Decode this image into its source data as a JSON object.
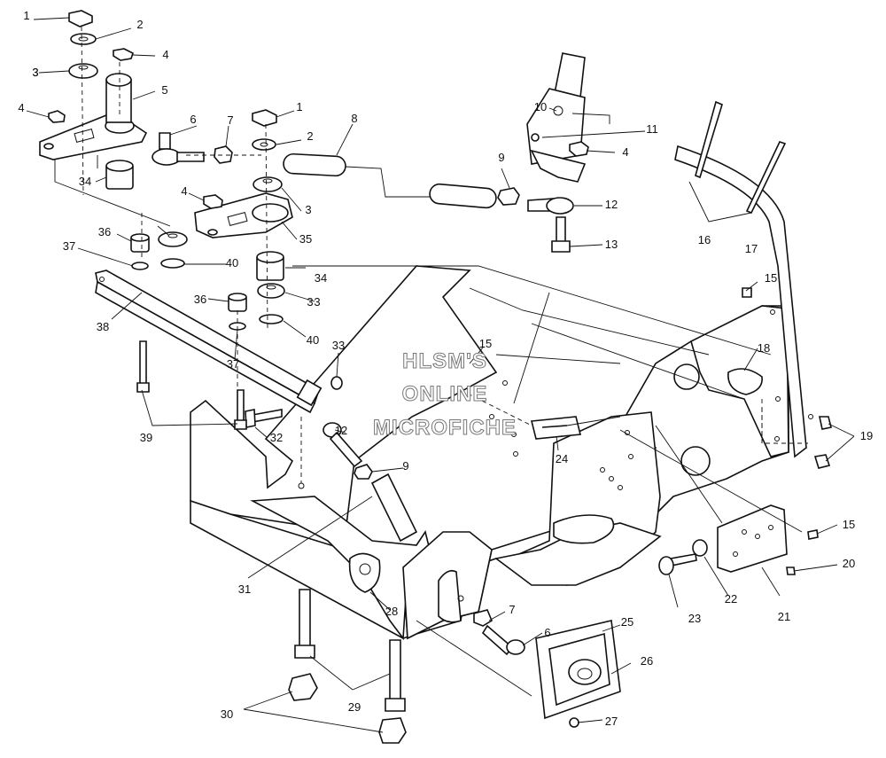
{
  "watermark": {
    "line1": "HLSM'S",
    "line2": "ONLINE",
    "line3": "MICROFICHE"
  },
  "callouts": [
    "1",
    "2",
    "3",
    "4",
    "3",
    "5",
    "4",
    "6",
    "7",
    "1",
    "2",
    "8",
    "10",
    "11",
    "9",
    "4",
    "12",
    "13",
    "34",
    "4",
    "3",
    "3",
    "35",
    "36",
    "37",
    "40",
    "36",
    "34",
    "3",
    "38",
    "40",
    "37",
    "33",
    "15",
    "39",
    "32",
    "12",
    "9",
    "16",
    "17",
    "15",
    "18",
    "19",
    "24",
    "15",
    "20",
    "21",
    "22",
    "23",
    "31",
    "28",
    "7",
    "6",
    "25",
    "26",
    "27",
    "29",
    "30"
  ],
  "colors": {
    "line": "#111111",
    "background": "#ffffff",
    "watermark_outline": "#777777"
  }
}
